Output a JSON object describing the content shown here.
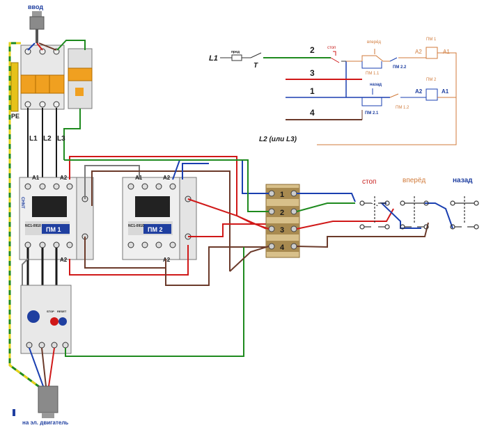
{
  "labels": {
    "input": "ввод",
    "motor": "на эл. двигатель",
    "pe": "PE",
    "l1": "L1",
    "l2": "L2",
    "l3": "L3",
    "pm1": "ПМ 1",
    "pm2": "ПМ 2",
    "a1": "A1",
    "a2": "A2",
    "brand": "CHNT",
    "model": "NC1-0910",
    "stop": "стоп",
    "forward": "вперёд",
    "back": "назад",
    "term1": "1",
    "term2": "2",
    "term3": "3",
    "term4": "4",
    "relay_stop": "STOP",
    "relay_reset": "RESET"
  },
  "schematic": {
    "l1": "L1",
    "fuse": "пред",
    "t": "T",
    "n2": "2",
    "n3": "3",
    "n1": "1",
    "n4": "4",
    "stop": "стоп",
    "forward": "вперёд",
    "back": "назад",
    "pm11": "ПМ 1.1",
    "pm22": "ПМ 2.2",
    "pm21": "ПМ 2.1",
    "pm12": "ПМ 1.2",
    "pm1": "ПМ 1",
    "pm2": "ПМ 2",
    "a1": "A1",
    "a2": "A2",
    "l2l3": "L2 (или L3)"
  },
  "colors": {
    "blue": "#1a3fb0",
    "green": "#1e8a1e",
    "red": "#d01818",
    "brown": "#6b3a2a",
    "orange": "#d07a3a",
    "yellow": "#e6d21a",
    "gray": "#7a7a7a"
  }
}
